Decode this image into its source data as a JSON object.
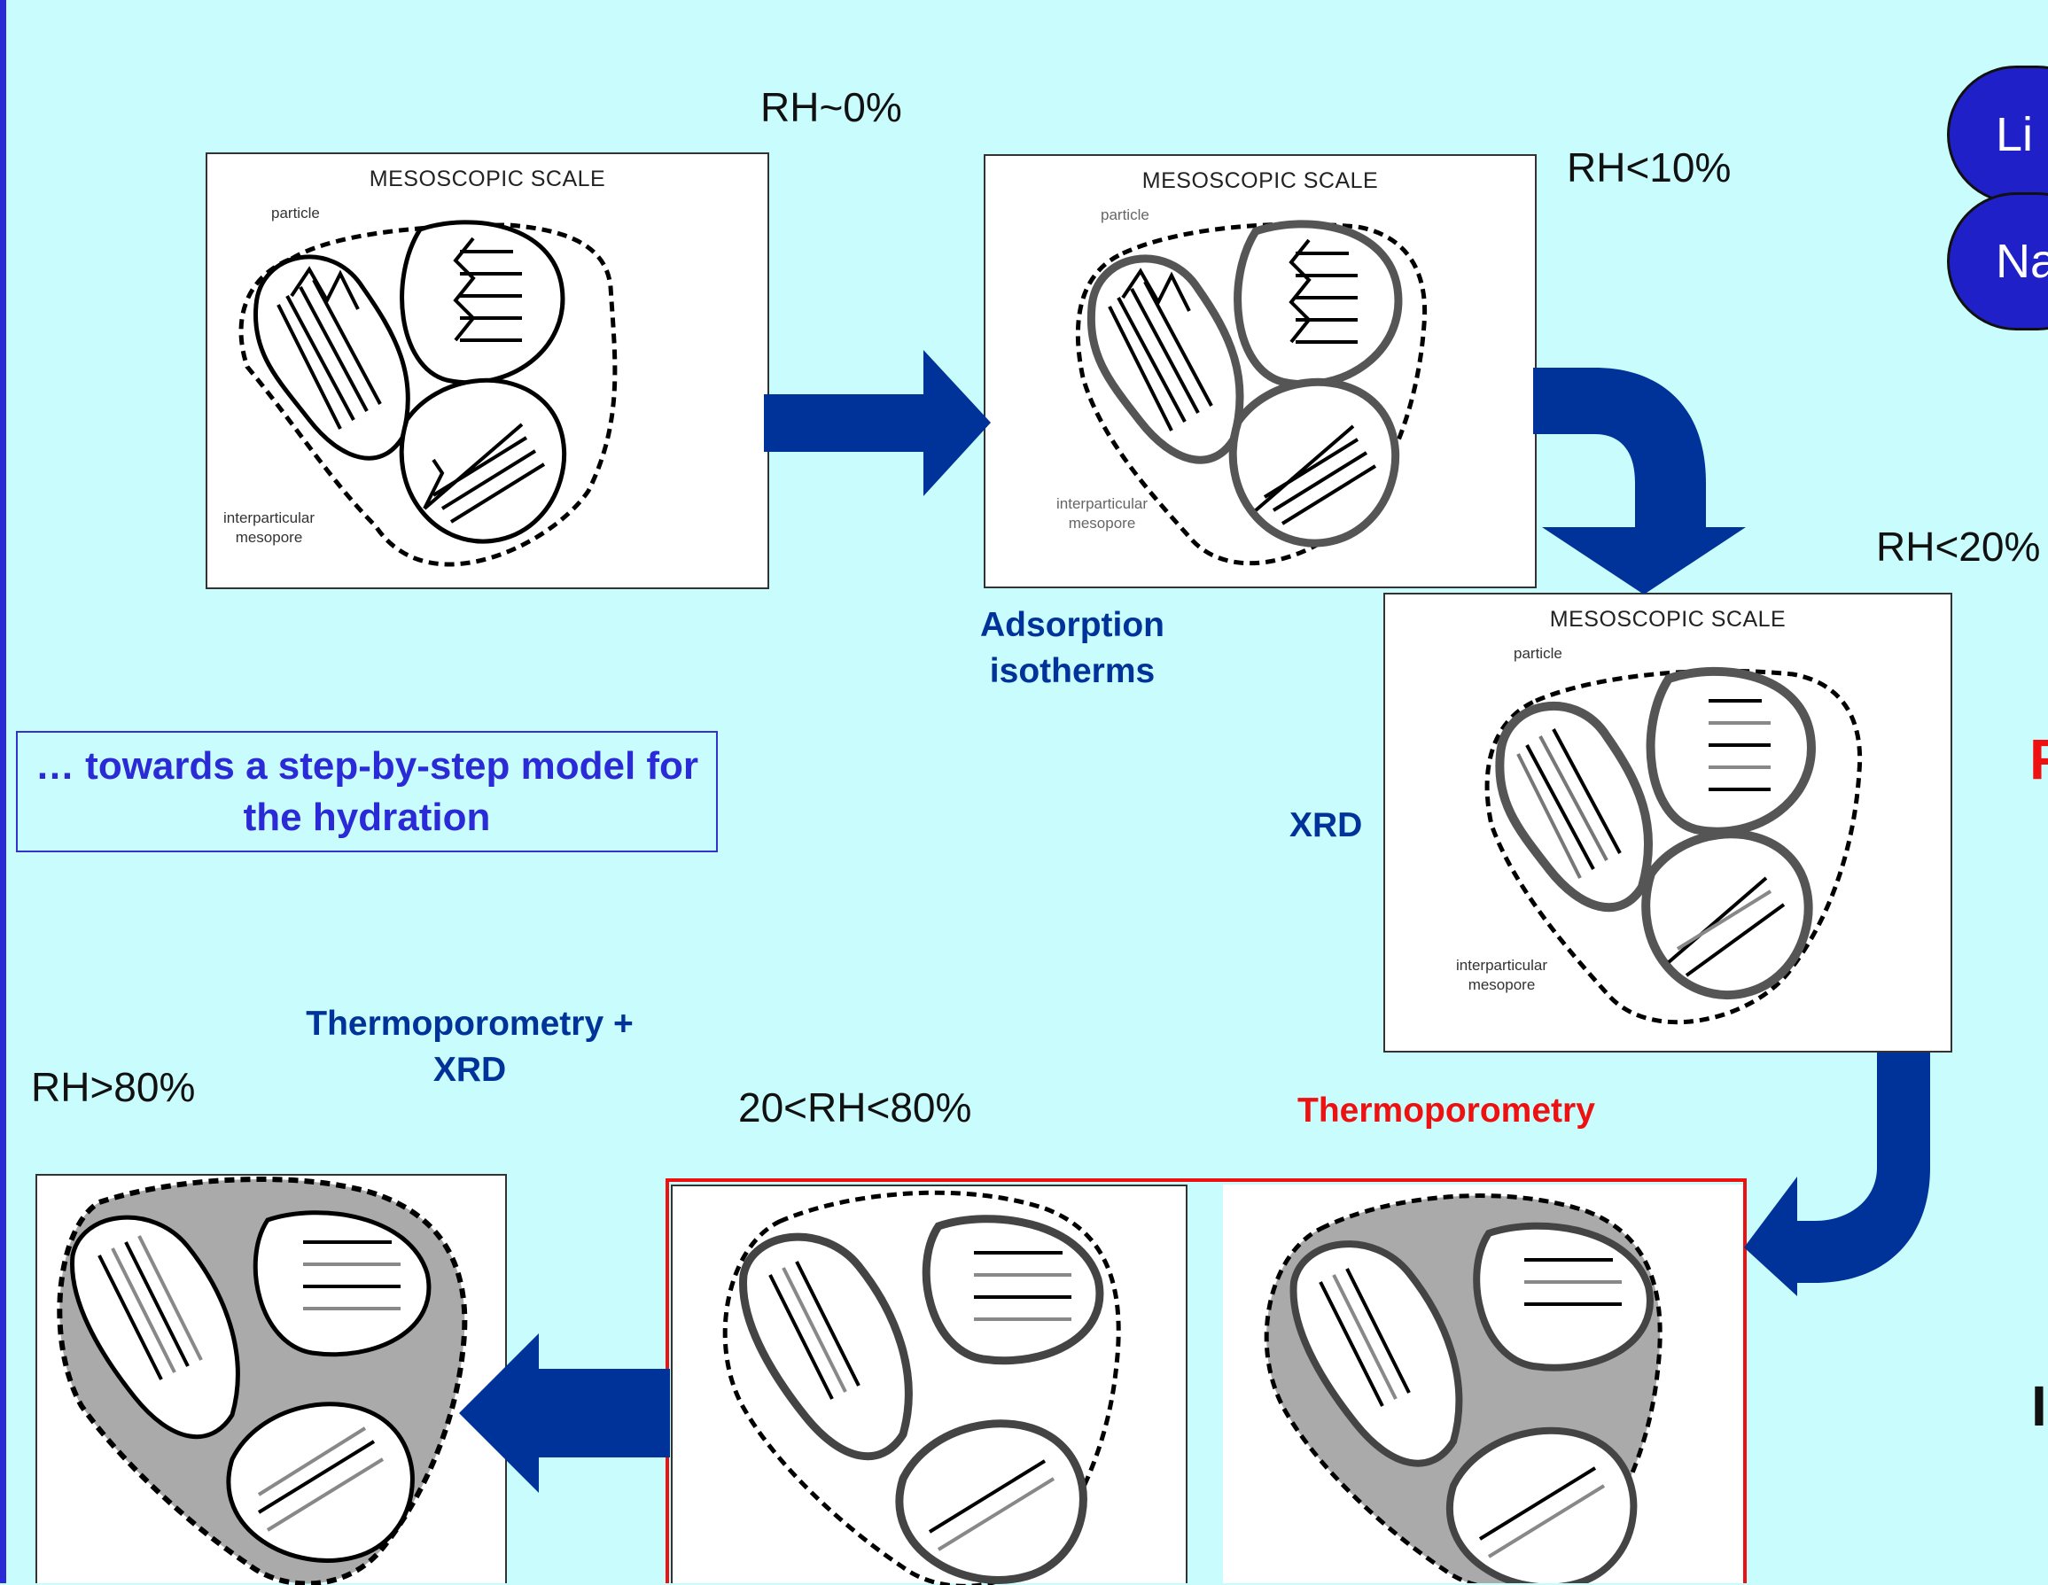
{
  "labels": {
    "rh_0": "RH~0%",
    "rh_10": "RH<10%",
    "rh_20": "RH<20%",
    "rh_80": "RH>80%",
    "rh_mid": "20<RH<80%"
  },
  "methods": {
    "adsorption": "Adsorption isotherms",
    "xrd": "XRD",
    "thermo_xrd": "Thermoporometry + XRD",
    "thermo": "Thermoporometry"
  },
  "model_note": "… towards a step-by-step model for the hydration",
  "panel_text": {
    "title": "MESOSCOPIC SCALE",
    "particle": "particle",
    "mesopore_line1": "interparticular",
    "mesopore_line2": "mesopore"
  },
  "bubbles": [
    "Li",
    "Na"
  ],
  "edge_fragments": [
    "F",
    "I"
  ],
  "colors": {
    "background": "#c9fcfc",
    "arrow": "#003399",
    "method_blue": "#003399",
    "method_red": "#ee1111",
    "note_blue": "#2a2ad6",
    "bubble": "#2020c8"
  }
}
